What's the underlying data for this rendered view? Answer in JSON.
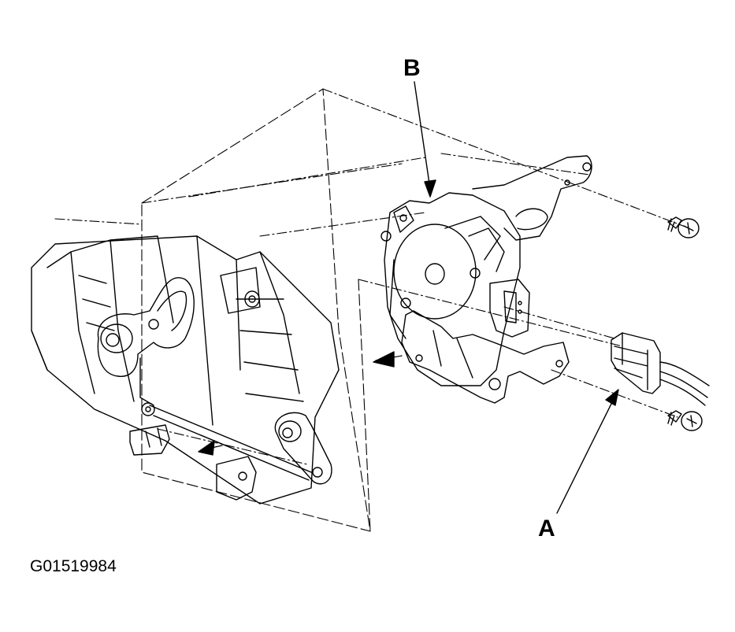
{
  "diagram": {
    "callouts": {
      "a": "A",
      "b": "B"
    },
    "figure_id": "G01519984"
  },
  "colors": {
    "ink": "#000000",
    "paper": "#ffffff"
  }
}
